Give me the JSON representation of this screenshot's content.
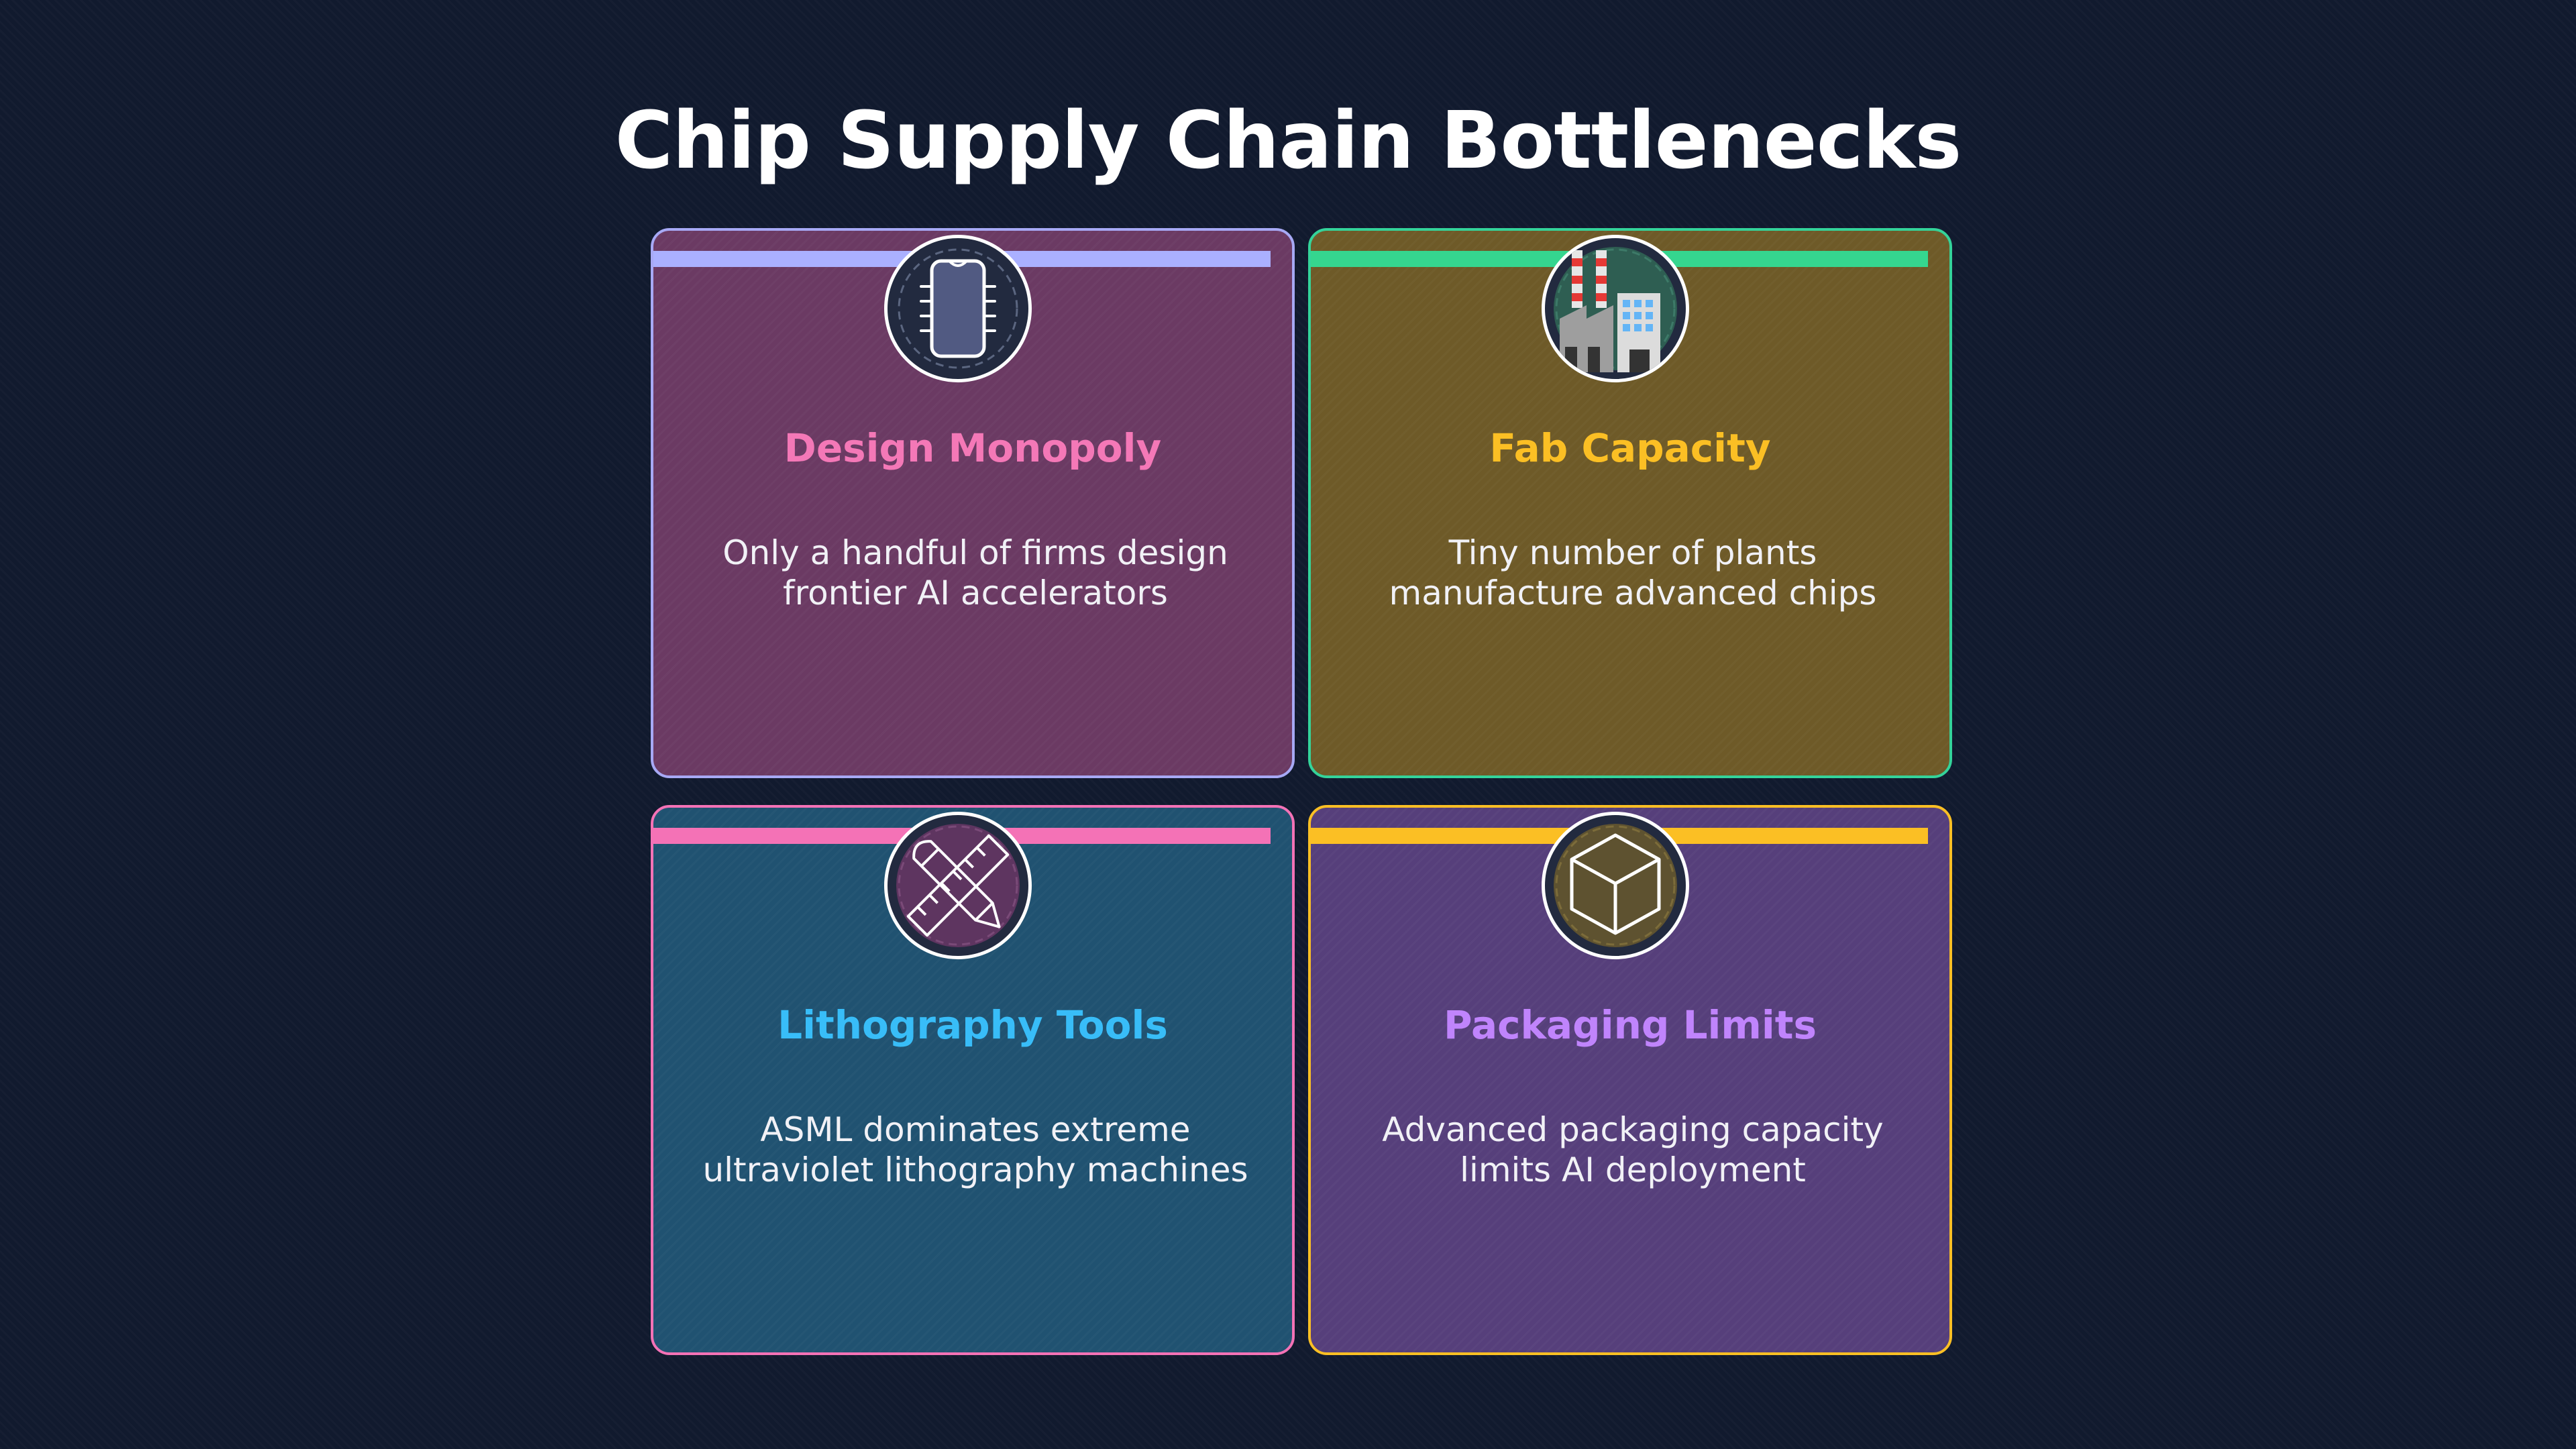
{
  "title": "Chip Supply Chain Bottlenecks",
  "cards": [
    {
      "title": "Design Monopoly",
      "description": "Only a handful of firms design frontier AI accelerators",
      "icon": "chip-icon",
      "bg_color": "#6b3a63",
      "border_color": "#a7a9f5",
      "bar_color": "#aab0ff",
      "title_color": "#f478b7"
    },
    {
      "title": "Fab Capacity",
      "description": "Tiny number of plants manufacture advanced chips",
      "icon": "factory-icon",
      "bg_color": "#6e5a28",
      "border_color": "#34d39a",
      "bar_color": "#35d68f",
      "title_color": "#fbbf24"
    },
    {
      "title": "Lithography Tools",
      "description": "ASML dominates extreme ultraviolet lithography machines",
      "icon": "ruler-pencil-icon",
      "bg_color": "#205271",
      "border_color": "#f472b6",
      "bar_color": "#f472b6",
      "title_color": "#38bdf8"
    },
    {
      "title": "Packaging Limits",
      "description": "Advanced packaging capacity limits AI deployment",
      "icon": "package-icon",
      "bg_color": "#563f7b",
      "border_color": "#fbbf24",
      "bar_color": "#fbbf24",
      "title_color": "#c084fc"
    }
  ]
}
